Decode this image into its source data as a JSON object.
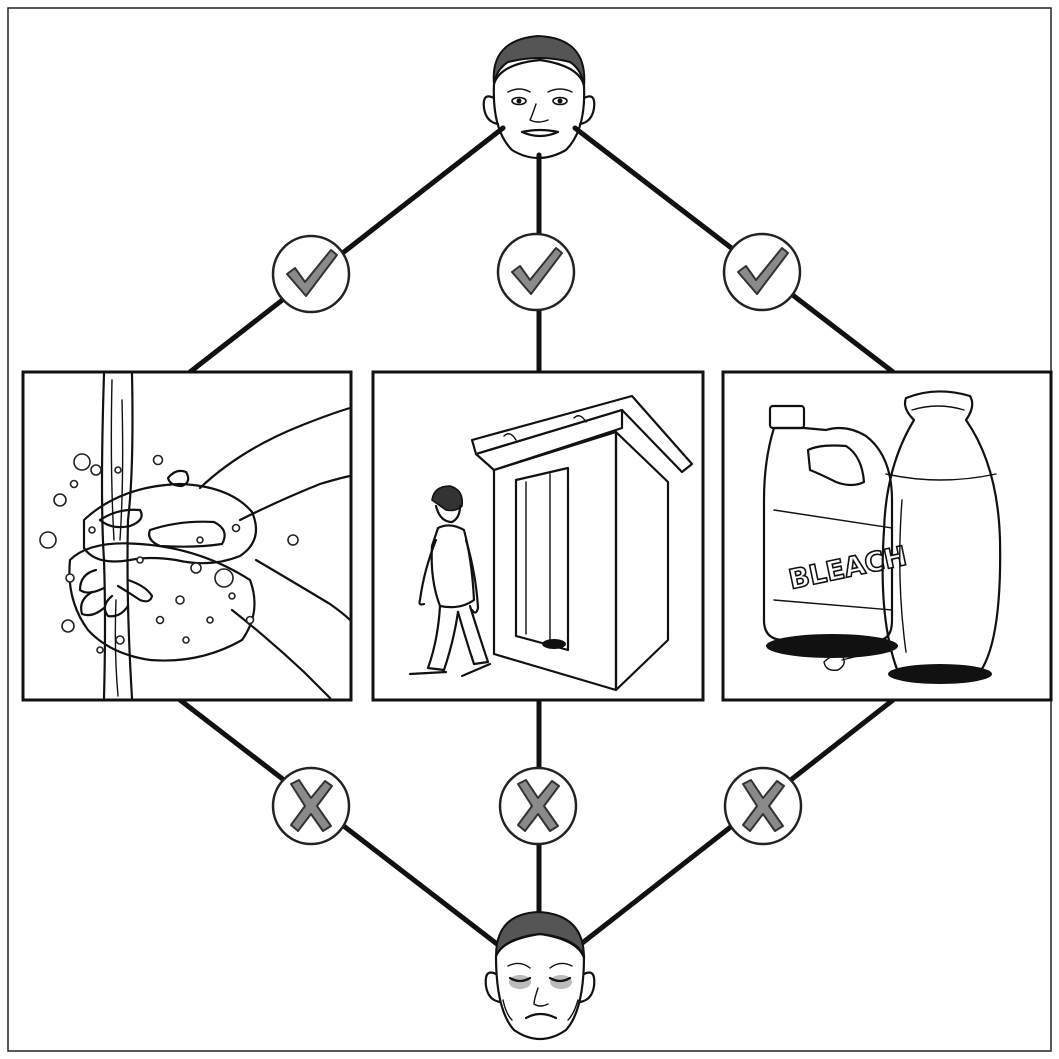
{
  "labels": {
    "bleach": "BLEACH"
  },
  "icons": {
    "top_face": "healthy-person-face",
    "bottom_face": "sick-person-face",
    "check": "check-mark",
    "cross": "x-mark"
  },
  "panels": [
    {
      "id": "handwashing",
      "icon": "hand-washing"
    },
    {
      "id": "latrine",
      "icon": "latrine-person"
    },
    {
      "id": "water-treatment",
      "icon": "bleach-bottle-and-water-jug"
    }
  ],
  "colors": {
    "ink": "#111111",
    "mark_fill": "#8a8a8a",
    "background": "#ffffff"
  }
}
